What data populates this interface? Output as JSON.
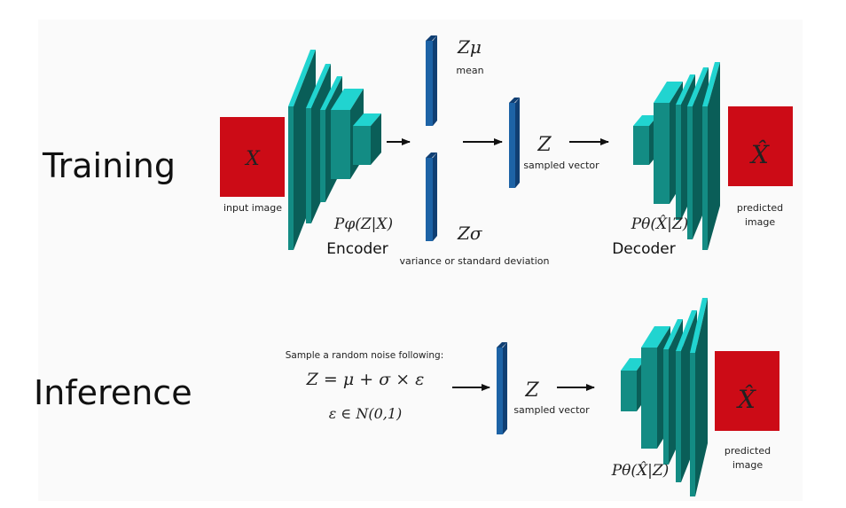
{
  "sections": {
    "training": "Training",
    "inference": "Inference"
  },
  "training": {
    "input_symbol": "X",
    "input_caption": "input image",
    "encoder_formula": "Pφ(Z|X)",
    "encoder_label": "Encoder",
    "z_mu": "Zμ",
    "mean_caption": "mean",
    "z_sigma": "Zσ",
    "sigma_caption": "variance or standard deviation",
    "z_symbol": "Z",
    "sampled_caption": "sampled vector",
    "decoder_formula": "Pθ(X̂|Z)",
    "decoder_label": "Decoder",
    "output_symbol": "X̂",
    "output_caption_1": "predicted",
    "output_caption_2": "image"
  },
  "inference": {
    "noise_caption": "Sample a random noise following:",
    "formula_1": "Z = μ + σ × ε",
    "formula_2": "ε ∈ N(0,1)",
    "z_symbol": "Z",
    "sampled_caption": "sampled vector",
    "decoder_formula": "Pθ(X̂|Z)",
    "output_symbol": "X̂",
    "output_caption_1": "predicted",
    "output_caption_2": "image"
  },
  "colors": {
    "red": "#cc0b16",
    "teal_face": "#138c84",
    "teal_top": "#21d4d0",
    "teal_dark": "#0a5e58",
    "blue": "#1d63a6",
    "blue_dark": "#103f73"
  }
}
